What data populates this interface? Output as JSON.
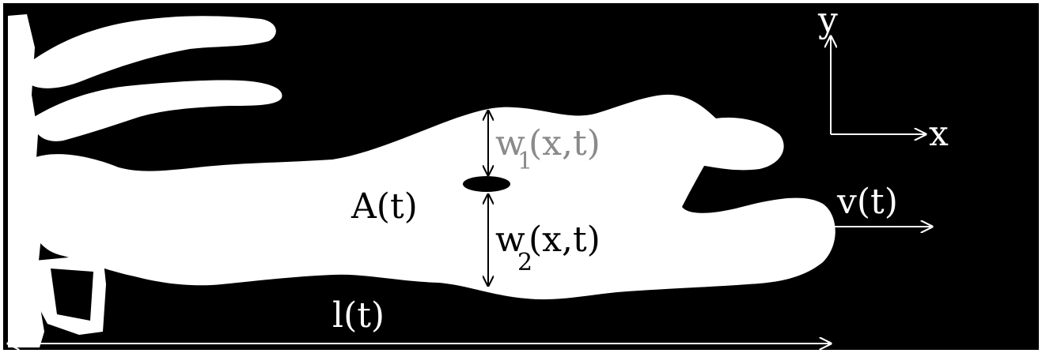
{
  "colors": {
    "background": "#000000",
    "shape": "#ffffff",
    "highlight_label": "#8a8a8a",
    "frame": "#ffffff"
  },
  "labels": {
    "area": "A(t)",
    "w1_main": "w",
    "w1_sub": "1",
    "w1_args": "(x,t)",
    "w2_main": "w",
    "w2_sub": "2",
    "w2_args": "(x,t)",
    "velocity": "v(t)",
    "length": "l(t)",
    "axis_x": "x",
    "axis_y": "y"
  }
}
